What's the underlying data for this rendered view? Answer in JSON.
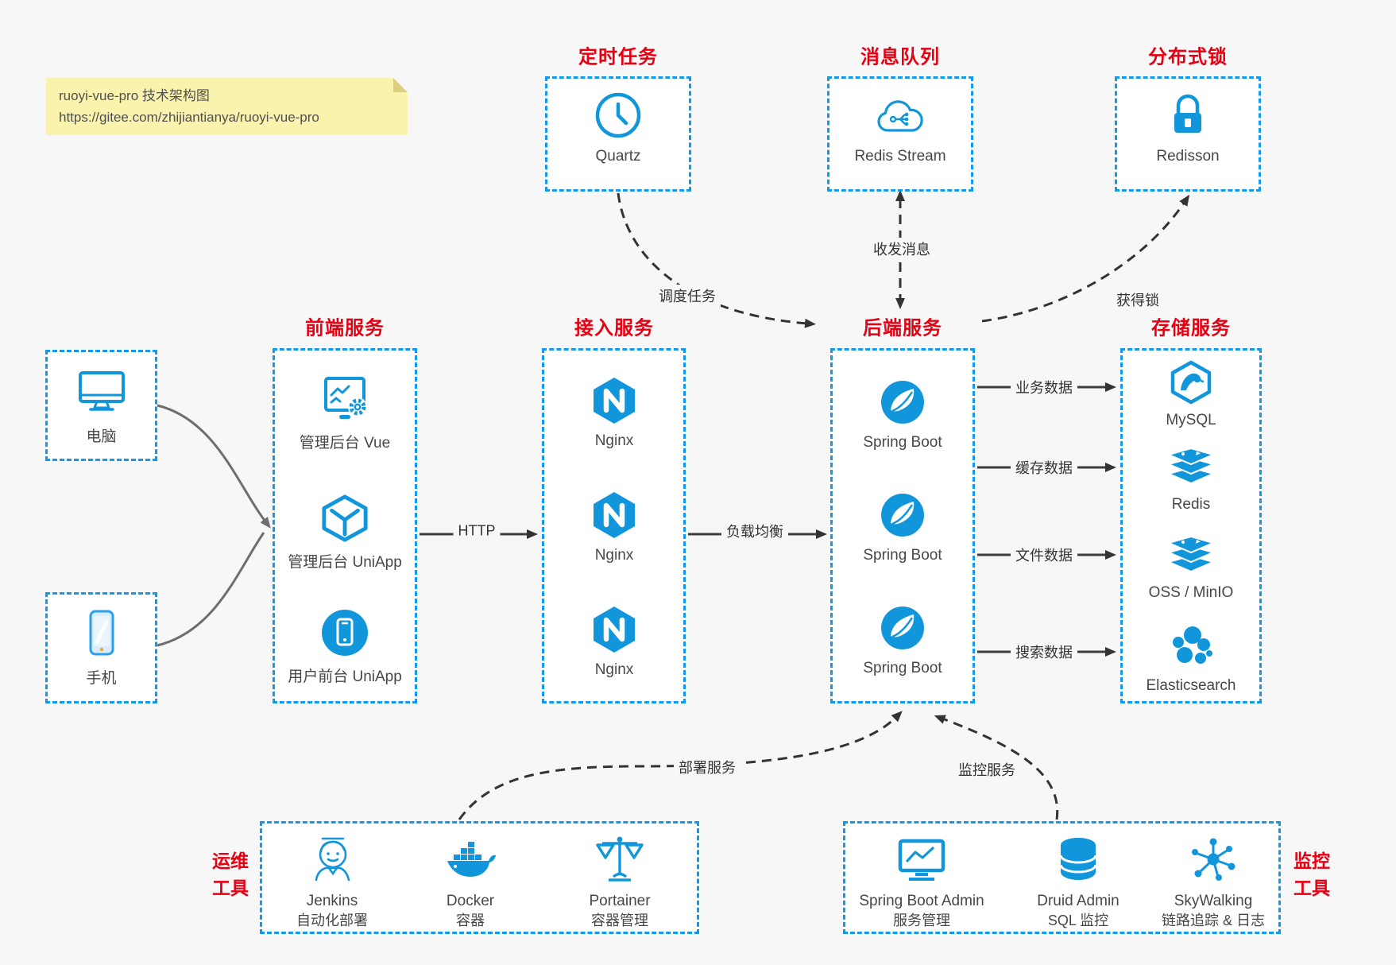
{
  "note": {
    "line1": "ruoyi-vue-pro 技术架构图",
    "line2": "https://gitee.com/zhijiantianya/ruoyi-vue-pro"
  },
  "sections": {
    "scheduler": {
      "title": "定时任务",
      "item": {
        "label": "Quartz",
        "icon": "clock-icon"
      }
    },
    "mq": {
      "title": "消息队列",
      "item": {
        "label": "Redis Stream",
        "icon": "cloud-stream-icon"
      }
    },
    "lock": {
      "title": "分布式锁",
      "item": {
        "label": "Redisson",
        "icon": "lock-icon"
      }
    },
    "devices": {
      "computer": {
        "label": "电脑",
        "icon": "desktop-icon"
      },
      "phone": {
        "label": "手机",
        "icon": "mobile-icon"
      }
    },
    "frontend": {
      "title": "前端服务",
      "items": [
        {
          "label": "管理后台 Vue",
          "icon": "admin-dashboard-icon"
        },
        {
          "label": "管理后台 UniApp",
          "icon": "uniapp-cube-icon"
        },
        {
          "label": "用户前台 UniApp",
          "icon": "mobile-app-icon"
        }
      ]
    },
    "gateway": {
      "title": "接入服务",
      "items": [
        {
          "label": "Nginx",
          "icon": "nginx-icon"
        },
        {
          "label": "Nginx",
          "icon": "nginx-icon"
        },
        {
          "label": "Nginx",
          "icon": "nginx-icon"
        }
      ]
    },
    "backend": {
      "title": "后端服务",
      "items": [
        {
          "label": "Spring Boot",
          "icon": "spring-icon"
        },
        {
          "label": "Spring Boot",
          "icon": "spring-icon"
        },
        {
          "label": "Spring Boot",
          "icon": "spring-icon"
        }
      ]
    },
    "storage": {
      "title": "存储服务",
      "items": [
        {
          "label": "MySQL",
          "icon": "mysql-icon"
        },
        {
          "label": "Redis",
          "icon": "redis-stack-icon"
        },
        {
          "label": "OSS / MinIO",
          "icon": "storage-stack-icon"
        },
        {
          "label": "Elasticsearch",
          "icon": "elasticsearch-icon"
        }
      ]
    },
    "ops": {
      "title_lines": [
        "运维",
        "工具"
      ],
      "items": [
        {
          "name": "Jenkins",
          "desc": "自动化部署",
          "icon": "jenkins-icon"
        },
        {
          "name": "Docker",
          "desc": "容器",
          "icon": "docker-whale-icon"
        },
        {
          "name": "Portainer",
          "desc": "容器管理",
          "icon": "scales-icon"
        }
      ]
    },
    "monitoring": {
      "title_lines": [
        "监控",
        "工具"
      ],
      "items": [
        {
          "name": "Spring Boot Admin",
          "desc": "服务管理",
          "icon": "admin-monitor-icon"
        },
        {
          "name": "Druid Admin",
          "desc": "SQL 监控",
          "icon": "database-icon"
        },
        {
          "name": "SkyWalking",
          "desc": "链路追踪 & 日志",
          "icon": "topology-icon"
        }
      ]
    }
  },
  "edges": {
    "schedule": "调度任务",
    "message": "收发消息",
    "acquire_lock": "获得锁",
    "http": "HTTP",
    "load_balance": "负载均衡",
    "biz_data": "业务数据",
    "cache_data": "缓存数据",
    "file_data": "文件数据",
    "search_data": "搜索数据",
    "deploy": "部署服务",
    "monitor": "监控服务"
  },
  "colors": {
    "canvas_bg": "#f7f7f8",
    "box_border": "#1199ee",
    "icon_blue": "#1296db",
    "title_red": "#e60012",
    "note_bg": "#faf3ae",
    "arrow_dark": "#333333",
    "arrow_gray": "#6e6e6e",
    "label_text": "#474747"
  }
}
